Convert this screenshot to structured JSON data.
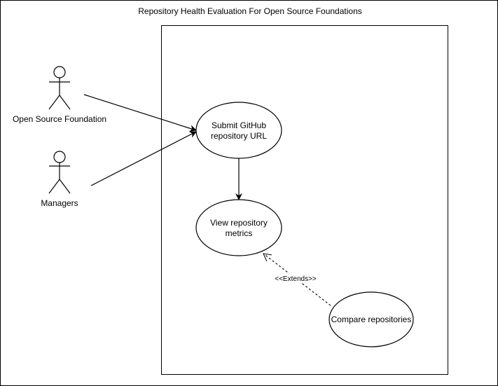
{
  "diagram": {
    "title": "Repository Health Evaluation For Open Source Foundations",
    "actors": [
      {
        "id": "open-source-foundation",
        "label": "Open Source Foundation"
      },
      {
        "id": "managers",
        "label": "Managers"
      }
    ],
    "use_cases": [
      {
        "id": "submit-url",
        "line1": "Submit GitHub",
        "line2": "repository URL"
      },
      {
        "id": "view-metrics",
        "line1": "View repository",
        "line2": "metrics"
      },
      {
        "id": "compare-repos",
        "line1": "Compare repositories"
      }
    ],
    "relationships": [
      {
        "from": "open-source-foundation",
        "to": "submit-url",
        "type": "association"
      },
      {
        "from": "managers",
        "to": "submit-url",
        "type": "association"
      },
      {
        "from": "submit-url",
        "to": "view-metrics",
        "type": "include"
      },
      {
        "from": "compare-repos",
        "to": "view-metrics",
        "type": "extend",
        "label": "<<Extends>>"
      }
    ],
    "colors": {
      "stroke": "#000000",
      "background": "#ffffff"
    }
  }
}
